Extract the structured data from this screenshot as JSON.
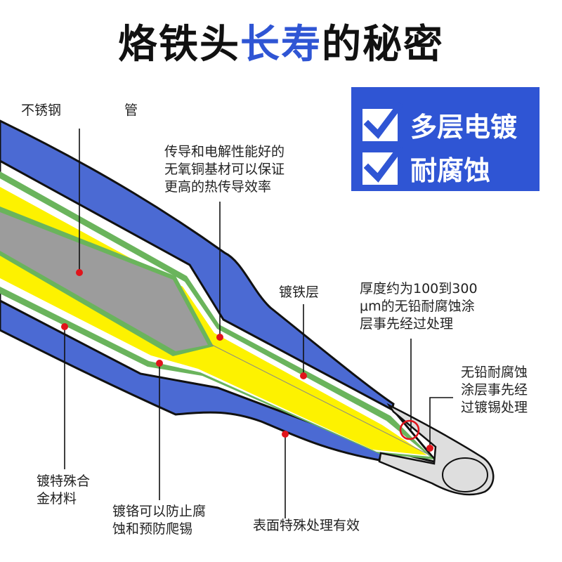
{
  "title": {
    "part1": "烙铁头",
    "part2": "长寿",
    "part3": "的秘密"
  },
  "badge": {
    "items": [
      "多层电镀",
      "耐腐蚀"
    ]
  },
  "labels": {
    "stainless": "不锈钢",
    "tube": "管",
    "copper": [
      "传导和电解性能好的",
      "无氧铜基材可以保证",
      "更高的热传导效率"
    ],
    "iron": "镀铁层",
    "thickness": [
      "厚度约为100到300",
      "μm的无铅耐腐蚀涂",
      "层事先经过处理"
    ],
    "lead_free": [
      "无铅耐腐蚀",
      "涂层事先经",
      "过镀锡处理"
    ],
    "alloy": [
      "镀特殊合",
      "金材料"
    ],
    "chrome": [
      "镀铬可以防止腐",
      "蚀和预防爬锡"
    ],
    "surface": "表面特殊处理有效"
  },
  "colors": {
    "blue": "#4b6ad3",
    "yellow": "#fdf200",
    "green": "#6ab45c",
    "gray": "#9c9c9c",
    "tip": "#dedede",
    "marker": "#e0141b",
    "title_accent": "#2f55d4"
  }
}
